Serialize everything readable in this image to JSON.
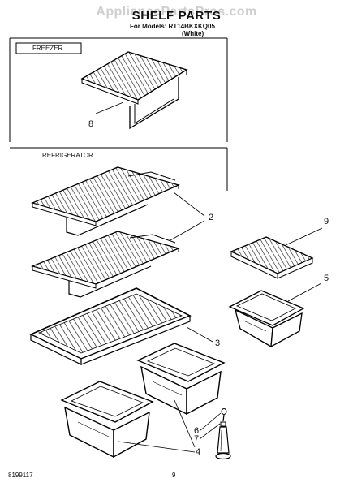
{
  "header": {
    "watermark": "AppliancePartsPros.com",
    "title": "SHELF PARTS",
    "models_line": "For Models: RT14BKXKQ05",
    "variant": "(White)"
  },
  "sections": {
    "freezer_label": "FREEZER",
    "refrigerator_label": "REFRIGERATOR"
  },
  "callouts": {
    "c8": "8",
    "c2": "2",
    "c9": "9",
    "c5": "5",
    "c3": "3",
    "c6": "6",
    "c7": "7",
    "c4": "4"
  },
  "footer": {
    "doc_number": "8199117",
    "page_number": "9"
  }
}
